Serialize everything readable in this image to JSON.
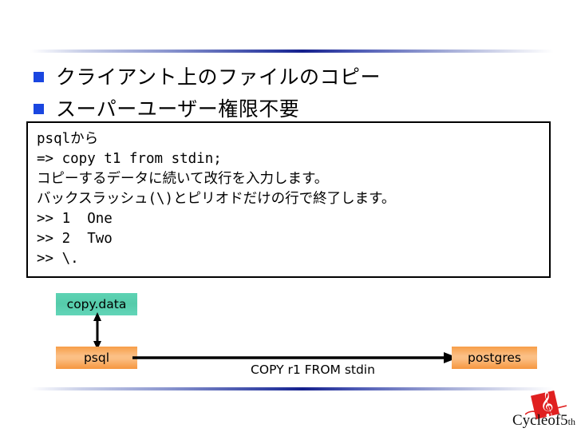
{
  "slide": {
    "bullets": [
      {
        "text": "クライアント上のファイルのコピー",
        "marker_color": "#1a46e0"
      },
      {
        "text": "スーパーユーザー権限不要",
        "marker_color": "#1a46e0"
      }
    ],
    "code_block": {
      "lines": [
        "psqlから",
        "=> copy t1 from stdin;",
        "コピーするデータに続いて改行を入力します。",
        "バックスラッシュ(\\)とピリオドだけの行で終了します。",
        ">> 1  One",
        ">> 2  Two",
        ">> \\."
      ]
    },
    "diagram": {
      "nodes": [
        {
          "id": "copy-data",
          "label": "copy.data",
          "color": "#5ccdb0"
        },
        {
          "id": "psql",
          "label": "psql",
          "color": "#f9a94f"
        },
        {
          "id": "postgres",
          "label": "postgres",
          "color": "#f9a94f"
        }
      ],
      "edges": [
        {
          "id": "data-psql",
          "label": "",
          "style": "double-arrow-vertical"
        },
        {
          "id": "psql-postgres",
          "label": "COPY r1 FROM stdin",
          "style": "arrow-right"
        }
      ]
    },
    "footer": {
      "logo_text": "Cycleof",
      "logo_number": "5",
      "logo_suffix": "th",
      "logo_icon": "treble-clef-icon",
      "logo_color": "#e02020"
    },
    "theme": {
      "rule_gradient_center": "#141f8c",
      "background": "#ffffff"
    }
  }
}
